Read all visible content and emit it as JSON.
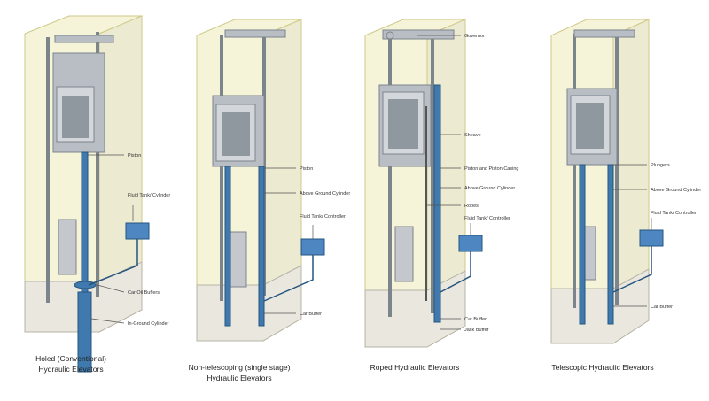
{
  "colors": {
    "shaft": "#f6f4d8",
    "shaft_stroke": "#cfc98a",
    "steel": "#b9bec4",
    "steel_dark": "#7c848c",
    "pipe": "#3f79ad",
    "pipe_dark": "#25557f",
    "tank": "#4e86c2",
    "pit": "#e9e7de"
  },
  "diagrams": [
    {
      "id": "holed",
      "caption_lines": [
        "Holed (Conventional)",
        "Hydraulic Elevators"
      ],
      "labels": [
        "Piston",
        "Fluid Tank/ Cylinder",
        "Car Oil Buffers",
        "In-Ground Cylinder"
      ]
    },
    {
      "id": "non-telescoping",
      "caption_lines": [
        "Non-telescoping (single stage)",
        "Hydraulic Elevators"
      ],
      "labels": [
        "Piston",
        "Above Ground Cylinder",
        "Fluid Tank/ Controller",
        "Car Buffer"
      ]
    },
    {
      "id": "roped",
      "caption_lines": [
        "Roped Hydraulic Elevators"
      ],
      "labels": [
        "Governor",
        "Sheave",
        "Piston and Piston Casing",
        "Above Ground Cylinder",
        "Ropes",
        "Fluid Tank/ Controller",
        "Car Buffer",
        "Jack Buffer"
      ]
    },
    {
      "id": "telescopic",
      "caption_lines": [
        "Telescopic Hydraulic Elevators"
      ],
      "labels": [
        "Plungers",
        "Above Ground Cylinder",
        "Fluid Tank/ Controller",
        "Car Buffer"
      ]
    }
  ]
}
